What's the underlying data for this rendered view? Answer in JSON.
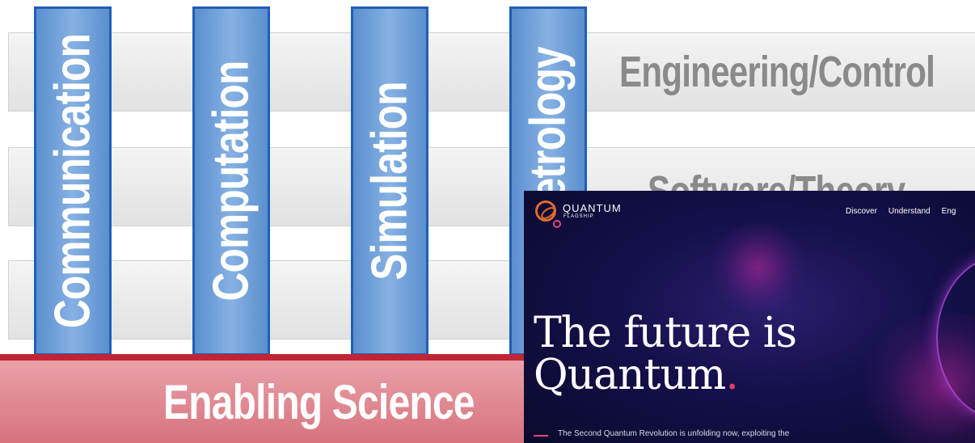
{
  "diagram": {
    "rows": [
      "Engineering/Control",
      "Software/Theory"
    ],
    "pillars": [
      "Communication",
      "Computation",
      "Simulation",
      "Metrology"
    ],
    "base": "Enabling Science",
    "colors": {
      "pillar": "#5b8fcf",
      "pillar_border": "#1f5fb6",
      "base": "#d8737e",
      "base_border": "#c02535",
      "row_text": "#8a8a8a"
    }
  },
  "website": {
    "logo": {
      "word": "QUANTUM",
      "sub": "FLAGSHIP",
      "icon": "quantum-flagship-logo-icon"
    },
    "nav": [
      "Discover",
      "Understand",
      "Eng"
    ],
    "headline_line1": "The future is",
    "headline_line2": "Quantum",
    "headline_dot": ".",
    "intro": "The Second Quantum Revolution is unfolding now, exploiting the",
    "accent": "#e0457b"
  }
}
